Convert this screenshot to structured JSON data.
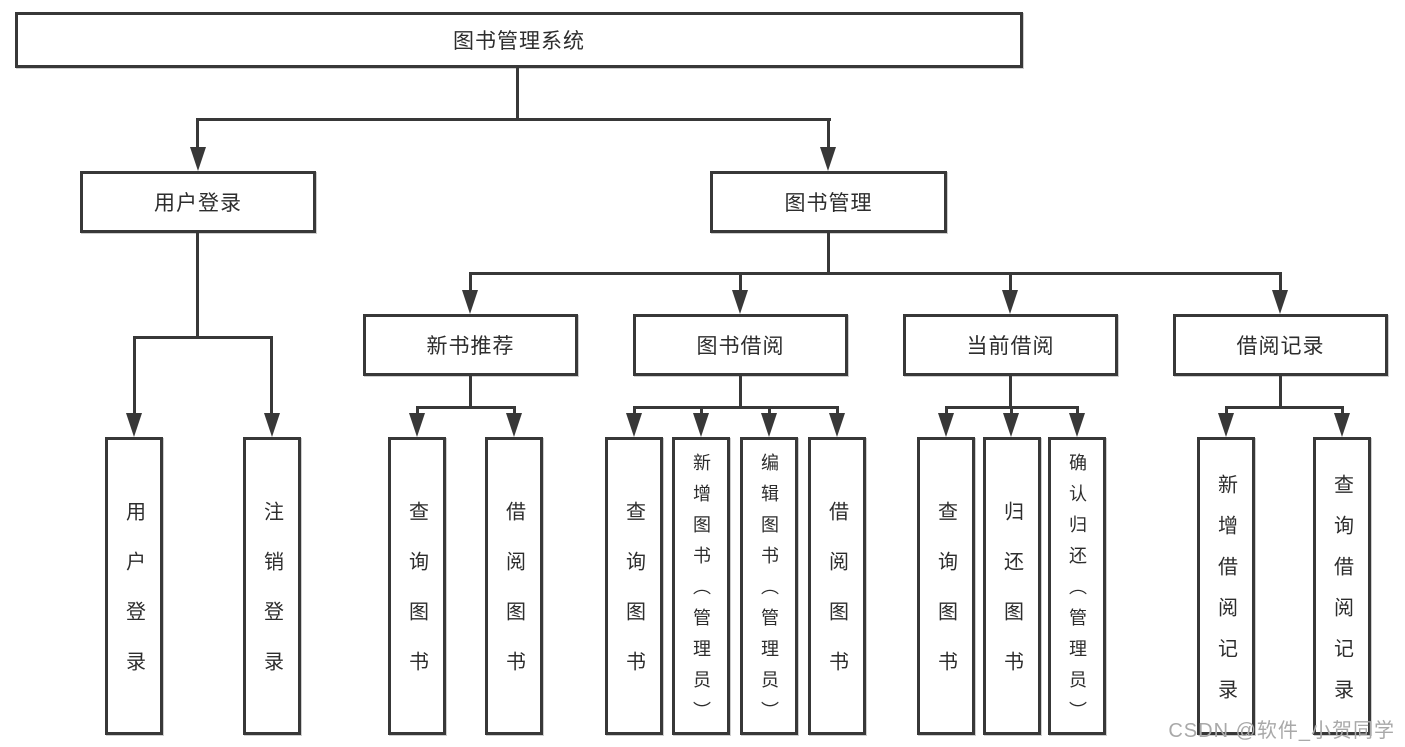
{
  "colors": {
    "line": "#383838",
    "node_border": "#383838",
    "node_text": "#2d2d2d",
    "background": "#ffffff",
    "watermark": "#a9a9a9"
  },
  "chart": {
    "root": {
      "label": "图书管理系统"
    },
    "branches": [
      {
        "label": "用户登录",
        "children": [
          {
            "label": "用户登录"
          },
          {
            "label": "注销登录"
          }
        ]
      },
      {
        "label": "图书管理",
        "children": [
          {
            "label": "新书推荐",
            "children": [
              {
                "label": "查询图书"
              },
              {
                "label": "借阅图书"
              }
            ]
          },
          {
            "label": "图书借阅",
            "children": [
              {
                "label": "查询图书"
              },
              {
                "label": "新增图书（管理员）"
              },
              {
                "label": "编辑图书（管理员）"
              },
              {
                "label": "借阅图书"
              }
            ]
          },
          {
            "label": "当前借阅",
            "children": [
              {
                "label": "查询图书"
              },
              {
                "label": "归还图书"
              },
              {
                "label": "确认归还（管理员）"
              }
            ]
          },
          {
            "label": "借阅记录",
            "children": [
              {
                "label": "新增借阅记录"
              },
              {
                "label": "查询借阅记录"
              }
            ]
          }
        ]
      }
    ]
  },
  "watermark": {
    "text": "CSDN @软件_小贺同学"
  }
}
